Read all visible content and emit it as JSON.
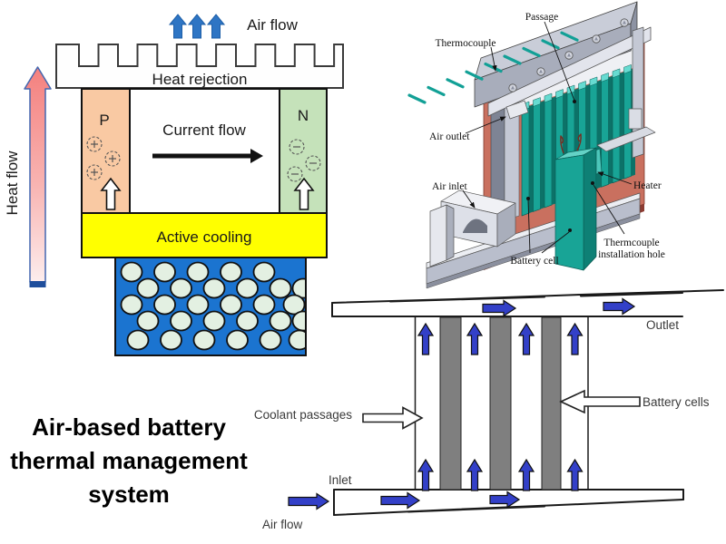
{
  "title": {
    "line1": "Air-based battery",
    "line2": "thermal management",
    "line3": "system"
  },
  "thermo": {
    "air_flow": "Air flow",
    "heat_rejection": "Heat rejection",
    "p": "P",
    "n": "N",
    "current_flow": "Current flow",
    "active_cooling": "Active cooling",
    "heat_flow": "Heat flow"
  },
  "cad": {
    "passage": "Passage",
    "thermocouple": "Thermocouple",
    "air_outlet": "Air outlet",
    "air_inlet": "Air inlet",
    "heater": "Heater",
    "battery_cell": "Battery cell",
    "hole_line1": "Thermcouple",
    "hole_line2": "installation hole"
  },
  "schematic": {
    "outlet": "Outlet",
    "inlet": "Inlet",
    "air_flow": "Air flow",
    "coolant_passages": "Coolant passages",
    "battery_cells": "Battery cells"
  },
  "colors": {
    "air_arrow_blue": "#2E75C4",
    "schematic_arrow_blue": "#3340C8",
    "p_column": "#F9C9A3",
    "n_column": "#C5E2BA",
    "active_cooling_yellow": "#FFFF00",
    "packed_bed_blue": "#1B74D0",
    "bed_particle": "#E3F0E2",
    "heat_arrow_top": "#F4807E",
    "heat_arrow_bottom": "#FDEDED",
    "cell_teal": "#18A496",
    "cell_teal_dark": "#0C7268",
    "cap_cyan": "#66DBD1",
    "frame_gray": "#A8ADBB",
    "frame_gray_light": "#DDE0E8",
    "backplate_salmon": "#C9705F",
    "backplate_edge": "#8C3C32",
    "bar_gray": "#7F7F7F"
  }
}
